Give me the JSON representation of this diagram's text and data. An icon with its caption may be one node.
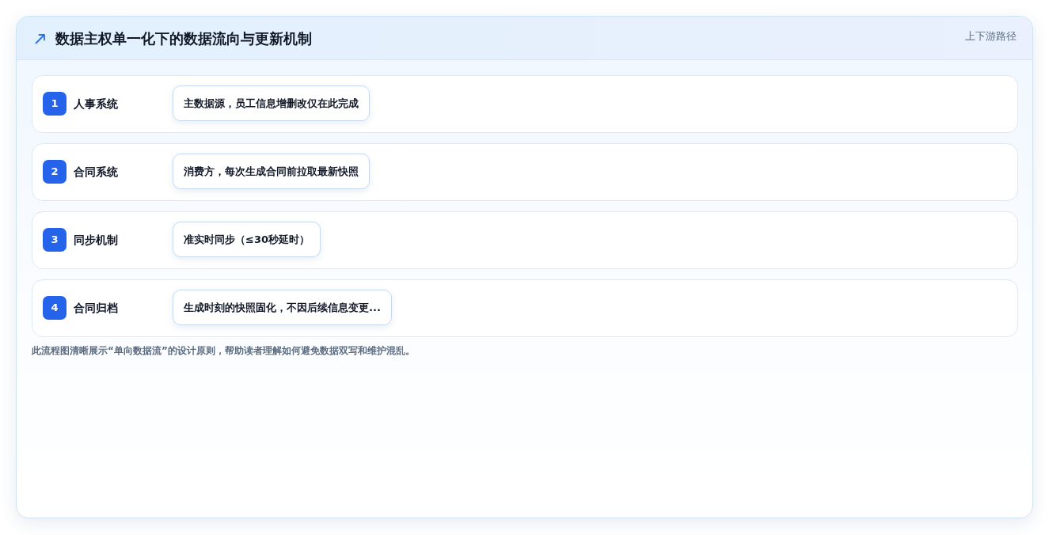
{
  "diagram": {
    "title": "数据主权单一化下的数据流向与更新机制",
    "caption": "此流程图清晰展示“单向数据流”的设计原则，帮助读者理解如何避免数据双写和维护混乱。",
    "nodes": [
      {
        "text": [
          "人事系统"
        ]
      },
      {
        "text": [
          "1"
        ],
        "in": 0
      },
      {
        "text": [
          "主数据源，员工信息增删改仅在此完成"
        ],
        "in": 0
      },
      {
        "text": [
          "合同系统"
        ]
      },
      {
        "text": [
          "2"
        ],
        "in": 3
      },
      {
        "text": [
          "消费方，每次生成合同前拉取最新快照"
        ],
        "in": 3
      },
      {
        "text": [
          "同步机制"
        ]
      },
      {
        "text": [
          "3"
        ],
        "in": 6
      },
      {
        "text": [
          "准实时同步（≤30秒延时）"
        ],
        "in": 6
      },
      {
        "text": [
          "合同归档"
        ]
      },
      {
        "text": [
          "4"
        ],
        "in": 9
      },
      {
        "text": [
          "生成时刻的快照固化，不因后续信息变更..."
        ],
        "in": 9
      }
    ],
    "labels": [
      "上下游路径"
    ]
  }
}
